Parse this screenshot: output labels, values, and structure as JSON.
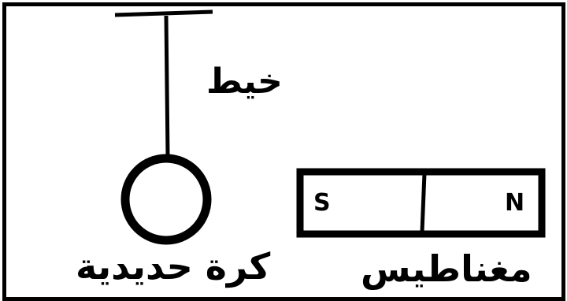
{
  "labels": {
    "string": "خيط",
    "iron_ball": "كرة حديدية",
    "magnet": "مغناطيس"
  },
  "magnet": {
    "south_pole": "S",
    "north_pole": "N"
  },
  "colors": {
    "stroke": "#000000",
    "background": "#ffffff"
  }
}
